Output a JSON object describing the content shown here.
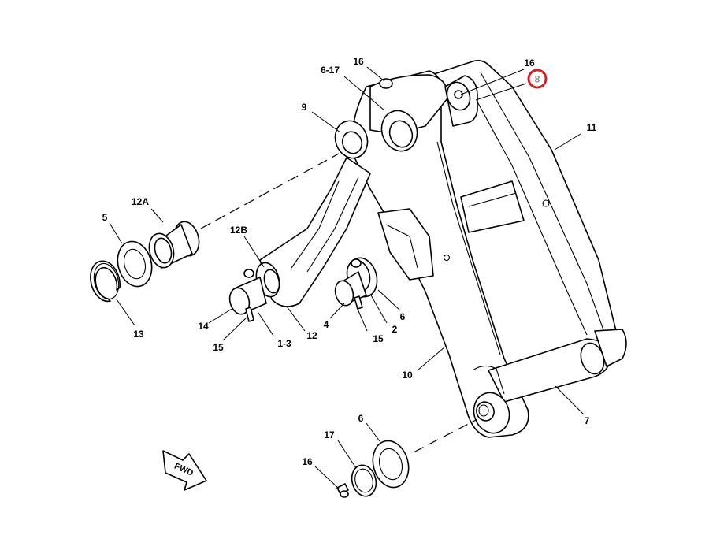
{
  "labels": {
    "p16_top": "16",
    "p6_17": "6-17",
    "p16_right": "16",
    "p8": "8",
    "p9": "9",
    "p11": "11",
    "p12a": "12A",
    "p5": "5",
    "p12b": "12B",
    "p13": "13",
    "p14": "14",
    "p15_left": "15",
    "p1_3": "1-3",
    "p12": "12",
    "p4": "4",
    "p15_mid": "15",
    "p2": "2",
    "p6_mid": "6",
    "p10": "10",
    "p7": "7",
    "p6_bottom": "6",
    "p17": "17",
    "p16_bottom": "16"
  },
  "fwd_label": "FWD",
  "colors": {
    "highlight": "#d42020",
    "highlight_text": "#8a8a8a",
    "line": "#000000"
  }
}
